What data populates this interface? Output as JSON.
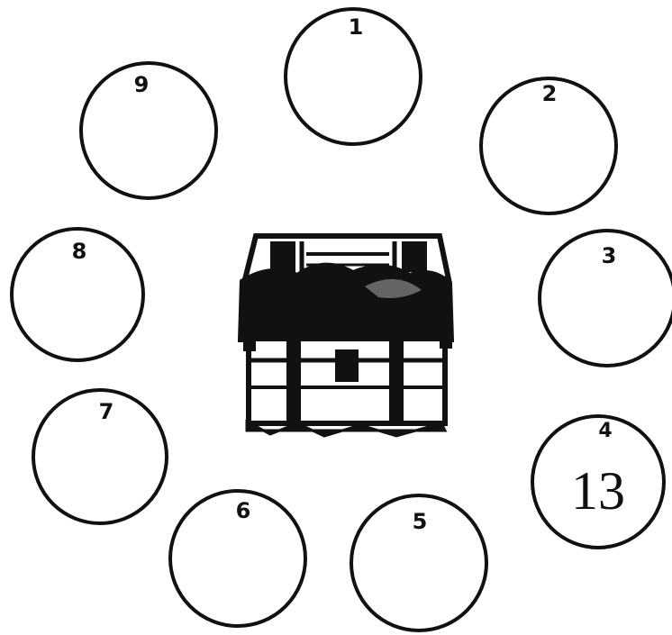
{
  "circles": [
    {
      "number": "1",
      "entry": ""
    },
    {
      "number": "2",
      "entry": ""
    },
    {
      "number": "3",
      "entry": ""
    },
    {
      "number": "4",
      "entry": "13"
    },
    {
      "number": "5",
      "entry": ""
    },
    {
      "number": "6",
      "entry": ""
    },
    {
      "number": "7",
      "entry": ""
    },
    {
      "number": "8",
      "entry": ""
    },
    {
      "number": "9",
      "entry": ""
    }
  ],
  "center_image": "treasure-chest-icon",
  "colors": {
    "ink": "#111111",
    "paper": "#ffffff"
  }
}
